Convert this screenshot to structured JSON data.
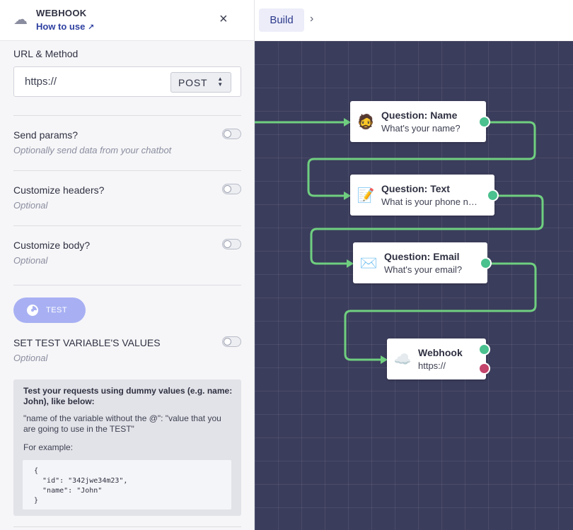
{
  "header": {
    "title": "WEBHOOK",
    "how_to_use": "How to use",
    "close": "×"
  },
  "url_method": {
    "label": "URL & Method",
    "url_value": "https://",
    "method": "POST"
  },
  "sections": {
    "send_params": {
      "label": "Send params?",
      "hint": "Optionally send data from your chatbot"
    },
    "custom_headers": {
      "label": "Customize headers?",
      "hint": "Optional"
    },
    "custom_body": {
      "label": "Customize body?",
      "hint": "Optional"
    },
    "test_vars": {
      "label": "SET TEST VARIABLE'S VALUES",
      "hint": "Optional"
    }
  },
  "test_button": {
    "label": "TEST"
  },
  "info": {
    "strong": "Test your requests using dummy values (e.g. name: John), like below:",
    "text": "\"name of the variable without the @\": \"value that you are going to use in the TEST\"",
    "example_label": "For example:",
    "code": [
      "{",
      "  \"id\": \"342jwe34m23\",",
      "  \"name\": \"John\"",
      "}"
    ]
  },
  "topbar": {
    "build_label": "Build",
    "chevron": "›"
  },
  "nodes": [
    {
      "emoji": "🧔",
      "title": "Question: Name",
      "subtitle": "What's your name?"
    },
    {
      "emoji": "📝",
      "title": "Question: Text",
      "subtitle": "What is your phone number?"
    },
    {
      "emoji": "✉️",
      "title": "Question: Email",
      "subtitle": "What's your email?"
    },
    {
      "emoji": "☁️",
      "title": "Webhook",
      "subtitle": "https://"
    }
  ],
  "colors": {
    "edge": "#6fcf7f",
    "port_success": "#4ac18e",
    "port_error": "#c4446c",
    "canvas": "#3b3d5c",
    "accent": "#2d3fa0"
  }
}
